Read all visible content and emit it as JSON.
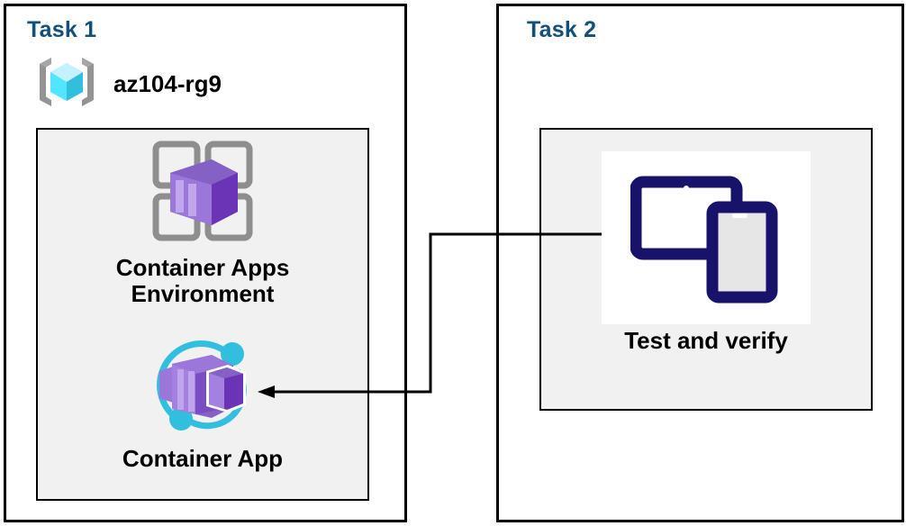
{
  "diagram": {
    "title_color": "#12507a",
    "panel_fill": "#f1f1f1",
    "stroke_color": "#000000",
    "tasks": [
      {
        "id": "task1",
        "label": "Task 1",
        "resource_group": {
          "icon": "azure-resource-group-icon",
          "label": "az104-rg9"
        },
        "nodes": [
          {
            "id": "container-apps-environment",
            "icon": "container-apps-environment-icon",
            "label": "Container Apps\nEnvironment"
          },
          {
            "id": "container-app",
            "icon": "container-app-icon",
            "label": "Container App"
          }
        ]
      },
      {
        "id": "task2",
        "label": "Task 2",
        "nodes": [
          {
            "id": "test-and-verify",
            "icon": "devices-tablet-phone-icon",
            "label": "Test and verify"
          }
        ]
      }
    ],
    "connector": {
      "id": "test-to-container-app",
      "from": "test-and-verify",
      "to": "container-app",
      "arrow": "left",
      "color": "#000000"
    },
    "colors": {
      "resource_group_cube": "#50E6FF",
      "resource_group_bracket": "#949494",
      "container_purple": "#8661C5",
      "container_purple_dark": "#6B33B6",
      "container_accent_cyan": "#32BEDD",
      "device_navy": "#17136B"
    }
  }
}
